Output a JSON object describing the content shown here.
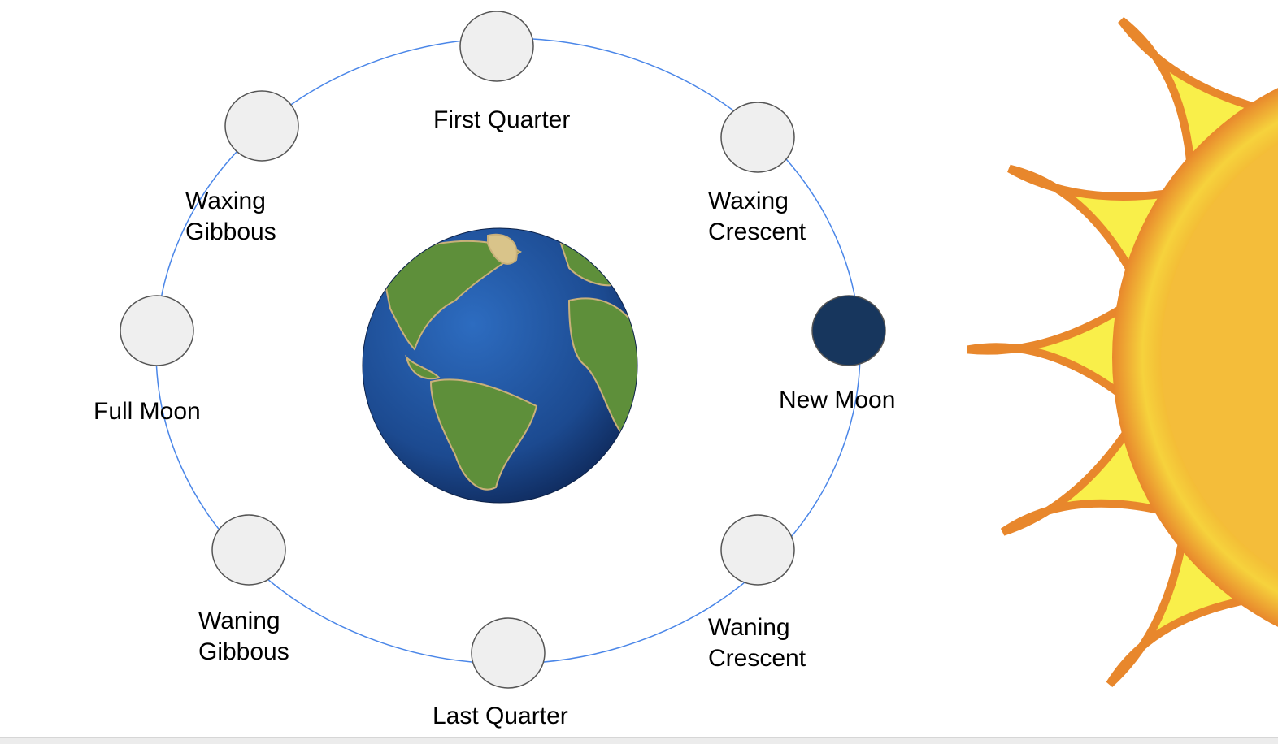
{
  "colors": {
    "orbit": "#4a86e8",
    "moon_fill": "#efefef",
    "moon_stroke": "#555555",
    "new_moon_fill": "#17365d",
    "ocean": "#1f4f9a",
    "land": "#5e8f3a",
    "sun_outer": "#e8872c",
    "sun_inner": "#f9ef4a"
  },
  "phases": [
    {
      "id": "first-quarter",
      "label": "First Quarter",
      "dark": false
    },
    {
      "id": "waxing-crescent",
      "label": "Waxing\nCrescent",
      "dark": false
    },
    {
      "id": "new-moon",
      "label": "New Moon",
      "dark": true
    },
    {
      "id": "waning-crescent",
      "label": "Waning\nCrescent",
      "dark": false
    },
    {
      "id": "last-quarter",
      "label": "Last Quarter",
      "dark": false
    },
    {
      "id": "waning-gibbous",
      "label": "Waning\nGibbous",
      "dark": false
    },
    {
      "id": "full-moon",
      "label": "Full Moon",
      "dark": false
    },
    {
      "id": "waxing-gibbous",
      "label": "Waxing\nGibbous",
      "dark": false
    }
  ]
}
